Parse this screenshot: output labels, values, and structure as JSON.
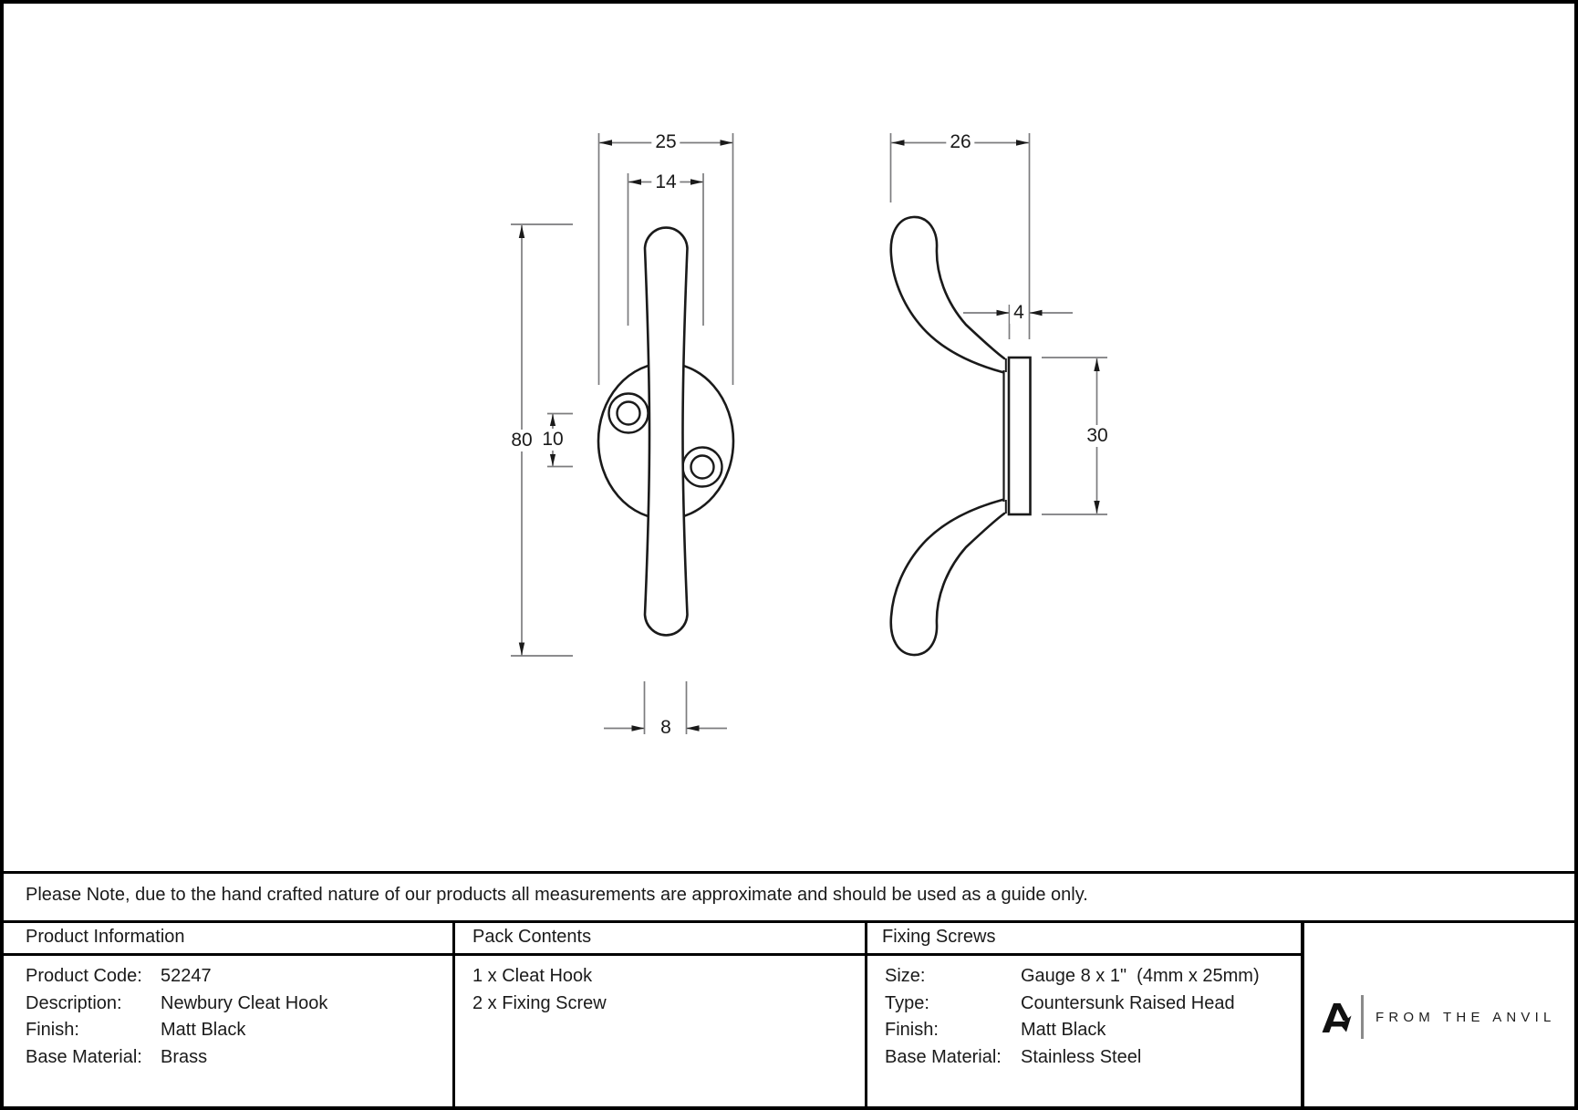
{
  "drawing": {
    "front_view_dims": {
      "plate_width": "25",
      "screw_centres_horizontal": "14",
      "overall_height": "80",
      "screw_centres_vertical": "10",
      "hook_width": "8"
    },
    "side_view_dims": {
      "projection": "26",
      "plate_thickness": "4",
      "plate_height": "30"
    }
  },
  "note": "Please Note, due to the hand crafted nature of our products all measurements are approximate and should be used as a guide only.",
  "table": {
    "product_information": {
      "header": "Product Information",
      "rows": [
        {
          "label": "Product Code:",
          "value": "52247"
        },
        {
          "label": "Description:",
          "value": "Newbury Cleat Hook"
        },
        {
          "label": "Finish:",
          "value": "Matt Black"
        },
        {
          "label": "Base Material:",
          "value": "Brass"
        }
      ]
    },
    "pack_contents": {
      "header": "Pack Contents",
      "items": [
        "1 x Cleat Hook",
        "2 x Fixing Screw"
      ]
    },
    "fixing_screws": {
      "header": "Fixing Screws",
      "rows": [
        {
          "label": "Size:",
          "value": "Gauge 8 x 1\"  (4mm x 25mm)"
        },
        {
          "label": "Type:",
          "value": "Countersunk Raised Head"
        },
        {
          "label": "Finish:",
          "value": "Matt Black"
        },
        {
          "label": "Base Material:",
          "value": "Stainless Steel"
        }
      ]
    }
  },
  "logo": {
    "brand": "FROM THE ANVIL"
  },
  "colors": {
    "object_line": "#1a1a1a",
    "dimension_line": "#7c7c7e",
    "logo_bar": "#8a8a8a"
  }
}
